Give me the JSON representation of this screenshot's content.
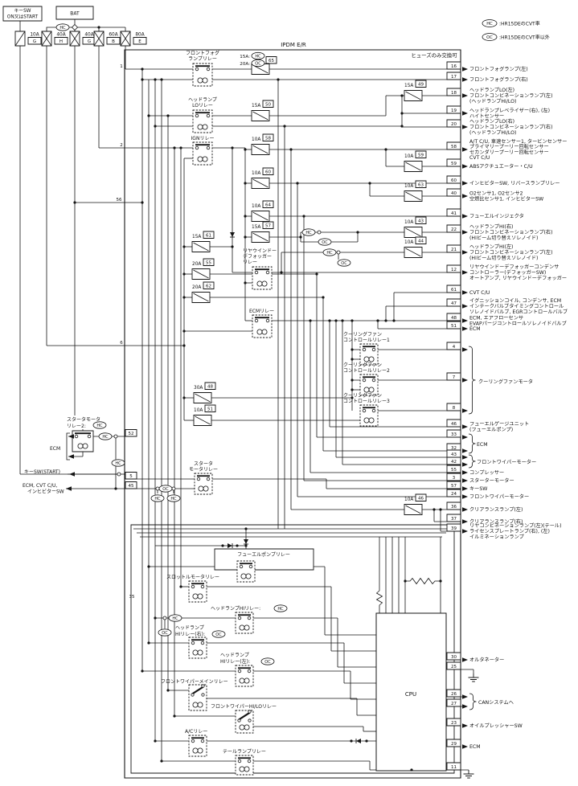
{
  "title": "IPDM E/R",
  "note": "ヒューズのみ交換可",
  "tags": {
    "hc": "HC",
    "oc": "OC"
  },
  "legend": [
    {
      "tag": "HC",
      "text": ":HR15DEのCVT車"
    },
    {
      "tag": "OC",
      "text": ":HR15DEのCVT車以外"
    }
  ],
  "external": {
    "key_sw": {
      "lines": [
        "キーSW",
        "ON又はSTART"
      ]
    },
    "bat": "BAT",
    "links": [
      {
        "amp": "10A",
        "code": "G"
      },
      {
        "amp": "40A",
        "code": "H"
      },
      {
        "amp": "40A",
        "code": "G"
      },
      {
        "amp": "60A",
        "code": "B"
      },
      {
        "amp": "80A",
        "code": "E"
      }
    ]
  },
  "left": {
    "pins": [
      "1",
      "2",
      "56",
      "6",
      "52",
      "5",
      "45",
      "35"
    ],
    "ecm": "ECM",
    "key_start": "キーSW(START)",
    "ecm_cvt": {
      "lines": [
        "ECM, CVT C/U,",
        "インヒビターSW"
      ]
    },
    "starter2": {
      "lines": [
        "スタータモータ",
        "リレー2:"
      ],
      "tag": "HC"
    }
  },
  "fuse65": {
    "rows": [
      {
        "amp": "15A:",
        "tag": "HC"
      },
      {
        "amp": "20A:",
        "tag": "OC"
      }
    ],
    "num": "65"
  },
  "fuses": [
    {
      "amp": "15A",
      "num": "50"
    },
    {
      "amp": "15A",
      "num": "49"
    },
    {
      "amp": "10A",
      "num": "58"
    },
    {
      "amp": "10A",
      "num": "59"
    },
    {
      "amp": "10A",
      "num": "60"
    },
    {
      "amp": "10A",
      "num": "63"
    },
    {
      "amp": "10A",
      "num": "64"
    },
    {
      "amp": "10A",
      "num": "43"
    },
    {
      "amp": "15A",
      "num": "57"
    },
    {
      "amp": "10A",
      "num": "44"
    },
    {
      "amp": "15A",
      "num": "61"
    },
    {
      "amp": "20A",
      "num": "55"
    },
    {
      "amp": "20A",
      "num": "62"
    },
    {
      "amp": "30A",
      "num": "48"
    },
    {
      "amp": "10A",
      "num": "51"
    },
    {
      "amp": "10A",
      "num": "46"
    }
  ],
  "relays": [
    {
      "id": "fog",
      "lines": [
        "フロントフォグ",
        "ランプリレー"
      ]
    },
    {
      "id": "headlamp_lo",
      "lines": [
        "ヘッドランプ",
        "LOリレー"
      ]
    },
    {
      "id": "ign",
      "lines": [
        "IGNリレー"
      ]
    },
    {
      "id": "rear_defogger",
      "lines": [
        "リヤウインドー",
        "デフォッガー",
        "リレー"
      ]
    },
    {
      "id": "ecm",
      "lines": [
        "ECMリレー"
      ]
    },
    {
      "id": "fan1",
      "lines": [
        "クーリングファン",
        "コントロールリレー1"
      ]
    },
    {
      "id": "fan2",
      "lines": [
        "クーリングファン",
        "コントロールリレー2"
      ]
    },
    {
      "id": "fan3",
      "lines": [
        "クーリングファン",
        "コントロールリレー3"
      ]
    },
    {
      "id": "starter",
      "lines": [
        "スタータ",
        "モータリレー"
      ]
    },
    {
      "id": "fuel_pump",
      "lines": [
        "フューエルポンプリレー"
      ]
    },
    {
      "id": "throttle",
      "lines": [
        "スロットルモータリレー"
      ]
    },
    {
      "id": "headlamp_hi",
      "lines": [
        "ヘッドランプHIリレー:"
      ],
      "tag": "HC"
    },
    {
      "id": "headlamp_hi_r",
      "lines": [
        "ヘッドランプ",
        "HIリレー(右):"
      ],
      "tag": "OC"
    },
    {
      "id": "headlamp_hi_l",
      "lines": [
        "ヘッドランプ",
        "HIリレー(左):"
      ],
      "tag": "OC"
    },
    {
      "id": "wiper_main",
      "lines": [
        "フロントワイパーメインリレー"
      ]
    },
    {
      "id": "wiper_hilo",
      "lines": [
        "フロントワイパーHI/LOリレー"
      ]
    },
    {
      "id": "ac",
      "lines": [
        "A/Cリレー"
      ]
    },
    {
      "id": "tail",
      "lines": [
        "テールランプリレー"
      ]
    }
  ],
  "cpu": "CPU",
  "brackets": {
    "cooling": "クーリングファンモータ",
    "ecm": "ECM",
    "wiper": "フロントワイパーモーター",
    "can": "CANシステムへ"
  },
  "pins_right": [
    {
      "num": "16",
      "lines": [
        "フロントフォグランプ(左)"
      ]
    },
    {
      "num": "17",
      "lines": [
        "フロントフォグランプ(右)"
      ]
    },
    {
      "num": "18",
      "lines": [
        "ヘッドランプLO(左)",
        "フロントコンビネーションランプ(左)",
        "(ヘッドランプHI/LO)"
      ]
    },
    {
      "num": "19",
      "lines": [
        "ヘッドランプレベライザー(右), (左)",
        "ハイトセンサー"
      ]
    },
    {
      "num": "20",
      "lines": [
        "ヘッドランプLO(右)",
        "フロントコンビネーションランプ(右)",
        "(ヘッドランプHI/LO)"
      ]
    },
    {
      "num": "58",
      "lines": [
        "A/T C/U, 車速センサー1, タービンセンサー",
        "プライマリープーリー回転センサー",
        "セカンダリープーリー回転センサー",
        "CVT C/U"
      ]
    },
    {
      "num": "59",
      "lines": [
        "ABSアクチュエーター・C/U"
      ]
    },
    {
      "num": "60",
      "lines": [
        "インヒビターSW, リバースランプリレー"
      ]
    },
    {
      "num": "40",
      "lines": [
        "O2センサ1, O2センサ2",
        "空燃比センサ1, インヒビターSW"
      ]
    },
    {
      "num": "41",
      "lines": [
        "フューエルインジェクタ"
      ]
    },
    {
      "num": "22",
      "lines": [
        "ヘッドランプHI(右)",
        "フロントコンビネーションランプ(右)",
        "(HIビーム切り替えソレノイド)"
      ]
    },
    {
      "num": "21",
      "lines": [
        "ヘッドランプHI(左)",
        "フロントコンビネーションランプ(左)",
        "(HIビーム切り替えソレノイド)"
      ]
    },
    {
      "num": "12",
      "lines": [
        "リヤウインドーデフォッガーコンデンサ",
        "コントローラー(デフォッガーSW)",
        "オートアンプ, リヤウインドーデフォッガー"
      ]
    },
    {
      "num": "61",
      "lines": [
        "CVT C/U"
      ]
    },
    {
      "num": "47",
      "lines": [
        "イグニッションコイル, コンデンサ, ECM",
        "インテークバルブタイミングコントロール",
        "ソレノイドバルブ, EGRコントロールバルブ"
      ]
    },
    {
      "num": "48",
      "lines": [
        "ECM, エアフローセンサ",
        "EVAPパージコントロールソレノイドバルブ"
      ]
    },
    {
      "num": "51",
      "lines": [
        "ECM"
      ]
    },
    {
      "num": "4",
      "lines": []
    },
    {
      "num": "7",
      "lines": []
    },
    {
      "num": "8",
      "lines": []
    },
    {
      "num": "46",
      "lines": [
        "フューエルゲージユニット",
        "(フューエルポンプ)"
      ]
    },
    {
      "num": "33",
      "lines": []
    },
    {
      "num": "32",
      "lines": []
    },
    {
      "num": "43",
      "lines": []
    },
    {
      "num": "42",
      "lines": []
    },
    {
      "num": "55",
      "lines": [
        "コンプレッサー"
      ]
    },
    {
      "num": "3",
      "lines": [
        "スターターモーター"
      ]
    },
    {
      "num": "57",
      "lines": [
        "キーSW"
      ]
    },
    {
      "num": "24",
      "lines": [
        "フロントワイパーモーター"
      ]
    },
    {
      "num": "36",
      "lines": [
        "クリアランスランプ(左)"
      ]
    },
    {
      "num": "37",
      "lines": [
        "クリアランスランプ(右)"
      ]
    },
    {
      "num": "39",
      "lines": [
        "リヤコンビネーションランプ(左)(テール)",
        "ライセンスプレートランプ(右), (左)",
        "イルミネーションランプ"
      ]
    },
    {
      "num": "30",
      "lines": [
        "オルタネーター"
      ]
    },
    {
      "num": "25",
      "lines": []
    },
    {
      "num": "26",
      "lines": []
    },
    {
      "num": "27",
      "lines": []
    },
    {
      "num": "23",
      "lines": [
        "オイルプレッシャーSW"
      ]
    },
    {
      "num": "29",
      "lines": [
        "ECM"
      ]
    },
    {
      "num": "11",
      "lines": []
    }
  ]
}
